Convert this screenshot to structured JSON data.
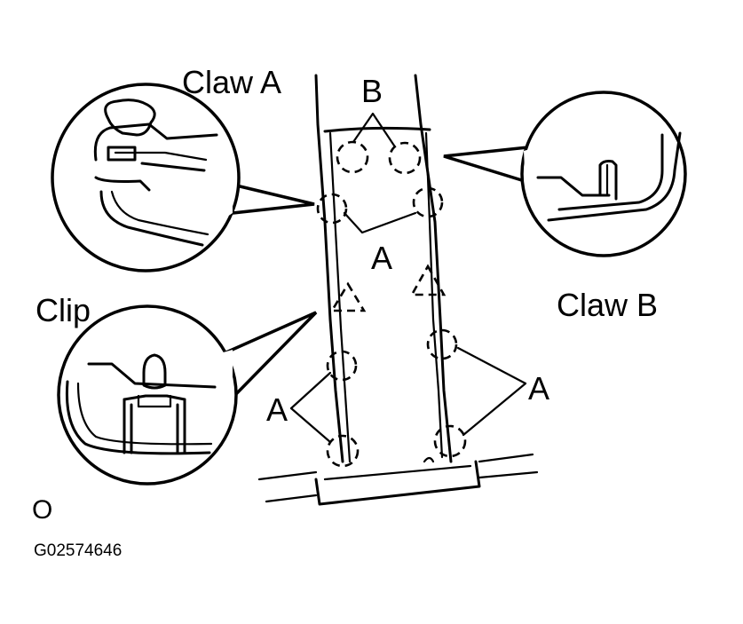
{
  "labels": {
    "claw_a": "Claw A",
    "claw_b": "Claw B",
    "clip": "Clip",
    "marker_b": "B",
    "marker_a_center": "A",
    "marker_a_left": "A",
    "marker_a_right": "A",
    "corner_mark": "O",
    "figure_id": "G02574646"
  },
  "colors": {
    "ink": "#000000",
    "background": "#ffffff"
  }
}
